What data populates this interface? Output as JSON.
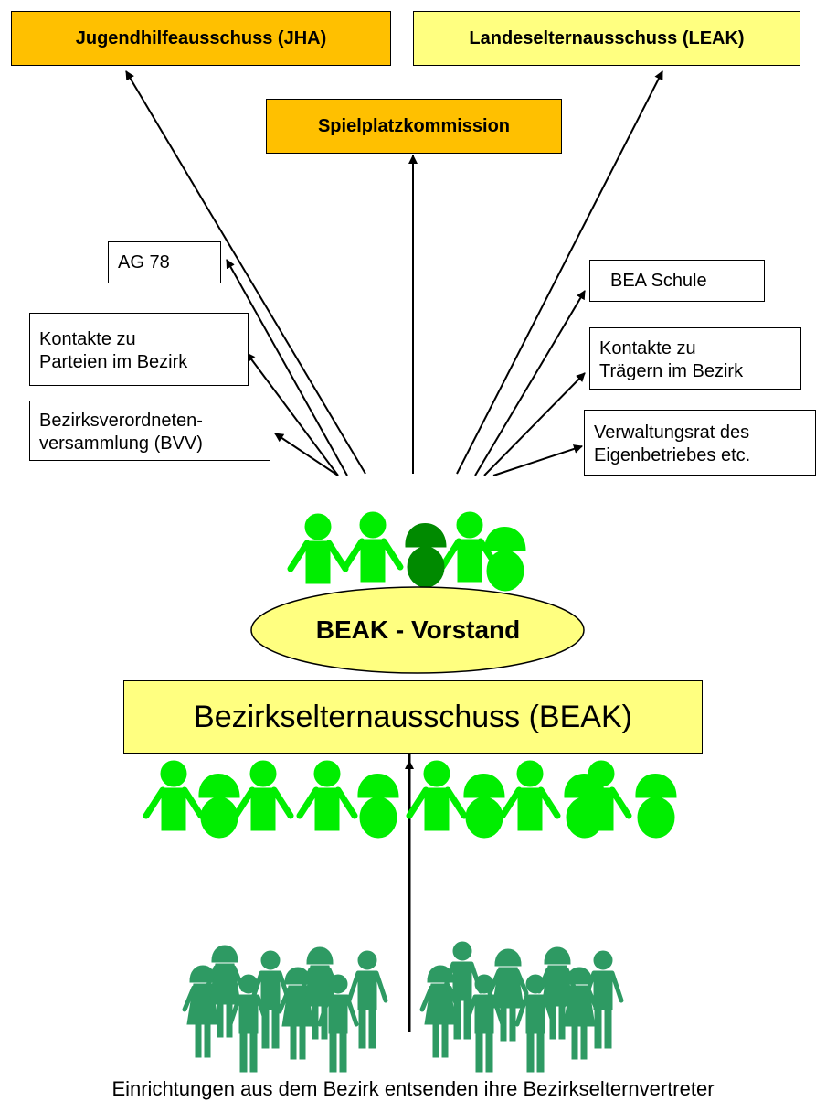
{
  "top_boxes": {
    "jha": "Jugendhilfeausschuss (JHA)",
    "leak": "Landeselternausschuss (LEAK)",
    "spielplatz": "Spielplatzkommission"
  },
  "left_boxes": {
    "ag78": "AG 78",
    "kontakte_parteien": [
      "Kontakte zu",
      "Parteien im Bezirk"
    ],
    "bvv": [
      "Bezirksverordneten-",
      "versammlung (BVV)"
    ]
  },
  "right_boxes": {
    "bea_schule": "BEA Schule",
    "kontakte_traeger": [
      "Kontakte zu",
      "Trägern im Bezirk"
    ],
    "verwaltungsrat": [
      "Verwaltungsrat des",
      "Eigenbetriebes etc."
    ]
  },
  "vorstand": "BEAK - Vorstand",
  "beak": "Bezirkselternausschuss (BEAK)",
  "caption": "Einrichtungen aus dem Bezirk entsenden ihre Bezirkselternvertreter",
  "colors": {
    "orange": "#ffc000",
    "yellow": "#ffff80",
    "light_green": "#00ee00",
    "dark_green": "#008a00",
    "teal_green": "#2e9a63"
  }
}
